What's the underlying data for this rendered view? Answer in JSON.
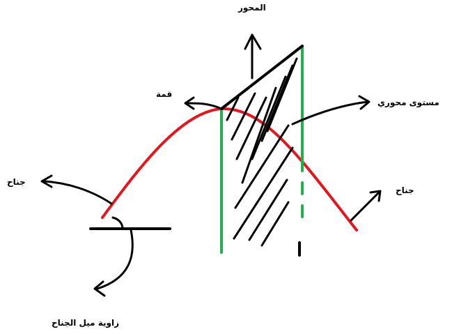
{
  "labels": {
    "axis": "المحور",
    "crest": "قمة",
    "axial_plane": "مستوى محوري",
    "limb_left": "جناح",
    "limb_right": "جناح",
    "limb_angle": "زاوية ميل الجناح"
  },
  "colors": {
    "fold_curve": "#e8141c",
    "axial_lines": "#22b14c",
    "ink": "#000000",
    "background": "#ffffff"
  },
  "icons": {
    "arrow": "arrow-icon"
  }
}
